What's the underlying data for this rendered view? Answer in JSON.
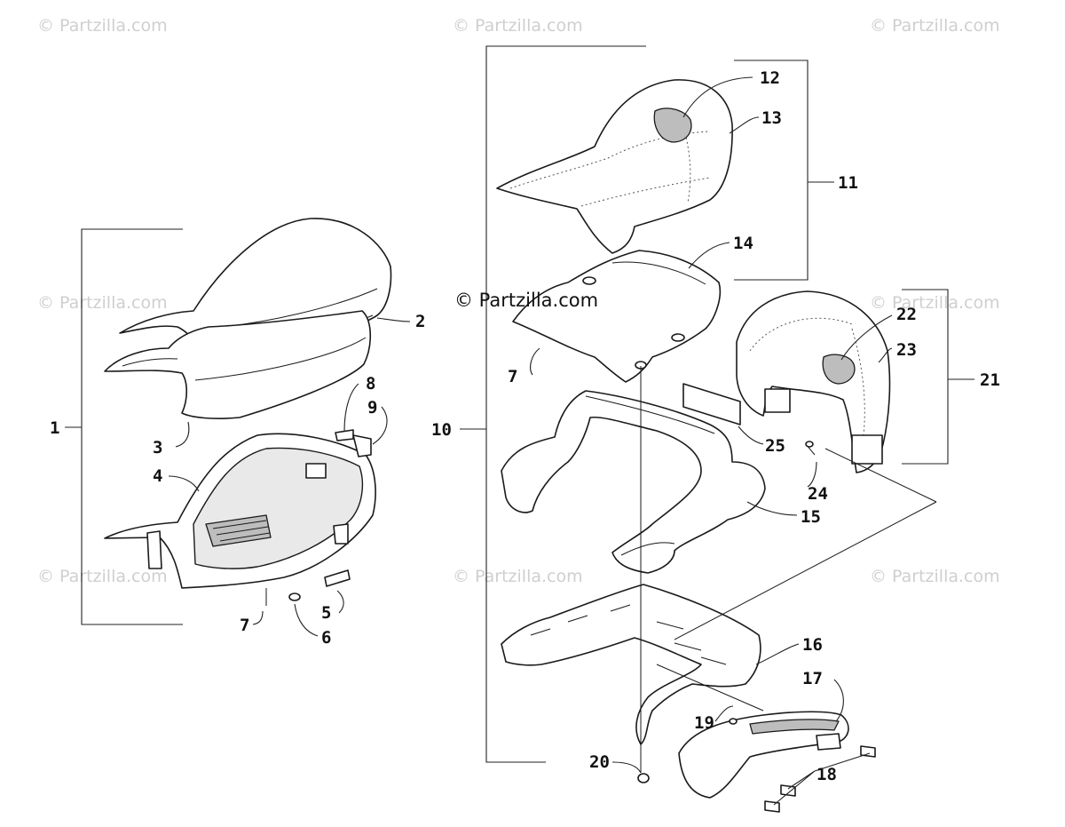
{
  "watermarks": [
    "© Partzilla.com",
    "© Partzilla.com",
    "© Partzilla.com",
    "© Partzilla.com",
    "© Partzilla.com",
    "© Partzilla.com",
    "© Partzilla.com",
    "© Partzilla.com"
  ],
  "center_watermark": "© Partzilla.com",
  "callouts": [
    "1",
    "2",
    "3",
    "4",
    "5",
    "6",
    "7",
    "8",
    "9",
    "10",
    "11",
    "12",
    "13",
    "14",
    "7",
    "15",
    "16",
    "17",
    "18",
    "19",
    "20",
    "21",
    "22",
    "23",
    "24",
    "25"
  ],
  "colors": {
    "line": "#1a1a1a",
    "watermark": "#cfcfcf",
    "mesh": "#bdbdbd"
  }
}
